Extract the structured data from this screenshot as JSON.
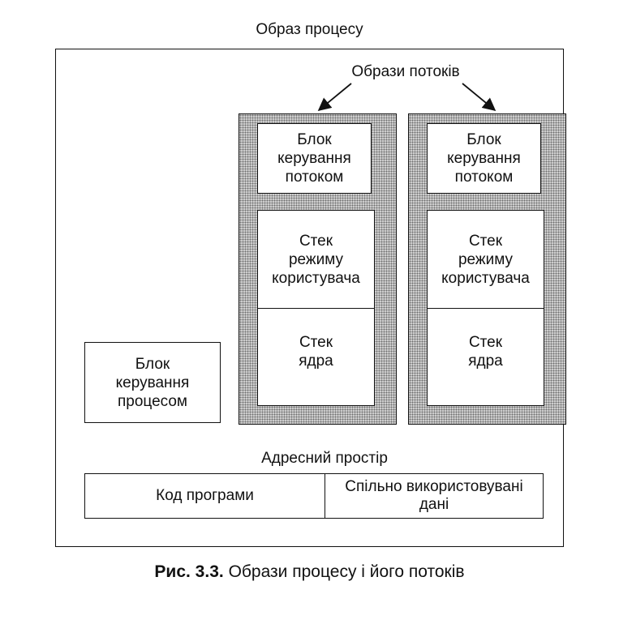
{
  "diagram": {
    "process_image_label": "Образ процесу",
    "thread_images_label": "Образи потоків",
    "threads": [
      {
        "control_block": [
          "Блок",
          "керування",
          "потоком"
        ],
        "user_stack": [
          "Стек",
          "режиму",
          "користувача"
        ],
        "kernel_stack": [
          "Стек",
          "ядра"
        ]
      },
      {
        "control_block": [
          "Блок",
          "керування",
          "потоком"
        ],
        "user_stack": [
          "Стек",
          "режиму",
          "користувача"
        ],
        "kernel_stack": [
          "Стек",
          "ядра"
        ]
      }
    ],
    "process_control_block": [
      "Блок",
      "керування",
      "процесом"
    ],
    "address_space_label": "Адресний простір",
    "address_space": {
      "program_code": "Код програми",
      "shared_data": [
        "Спільно використовувані",
        "дані"
      ]
    }
  },
  "caption": {
    "figure_number": "Рис. 3.3.",
    "text": "Образи процесу і його потоків"
  }
}
